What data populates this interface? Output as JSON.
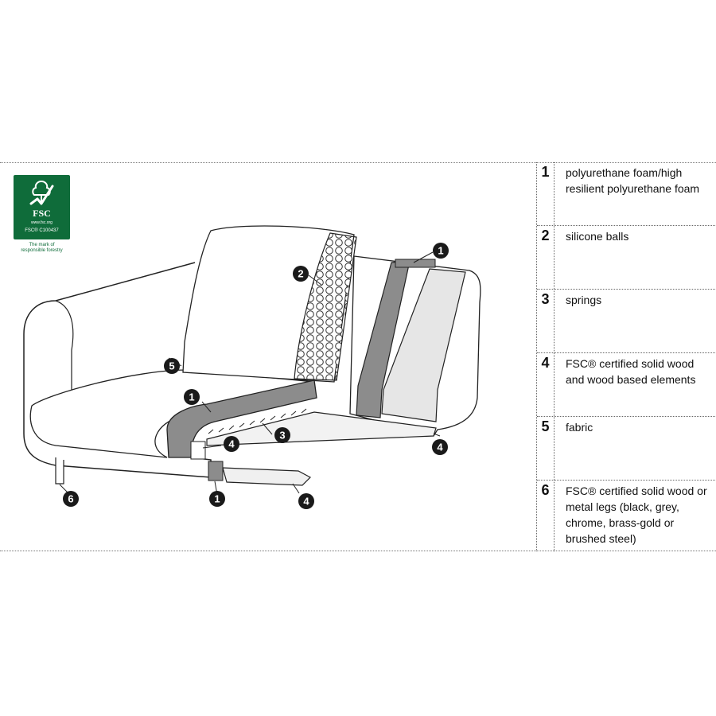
{
  "logo": {
    "name": "FSC",
    "url": "www.fsc.org",
    "code": "FSC® C100437",
    "tagline": [
      "The mark of",
      "responsible forestry"
    ]
  },
  "legend": [
    {
      "number": "1",
      "text": "polyurethane foam/high resilient polyurethane foam"
    },
    {
      "number": "2",
      "text": "silicone balls"
    },
    {
      "number": "3",
      "text": "springs"
    },
    {
      "number": "4",
      "text": "FSC® certified solid wood and wood based elements"
    },
    {
      "number": "5",
      "text": "fabric"
    },
    {
      "number": "6",
      "text": "FSC® certified solid wood or metal legs (black, grey, chrome, brass-gold or brushed steel)"
    }
  ],
  "callouts": [
    "1",
    "2",
    "5",
    "1",
    "4",
    "3",
    "4",
    "1",
    "4",
    "6"
  ],
  "colors": {
    "logo_green": "#0f6c3a",
    "foam_grey": "#8c8c8c",
    "callout_fill": "#1a1a1a"
  }
}
